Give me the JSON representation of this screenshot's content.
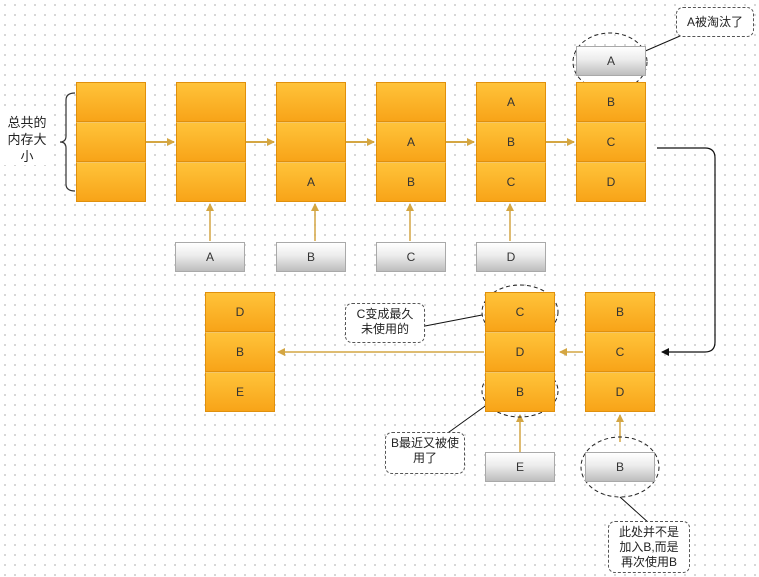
{
  "side_label": "总共的内存大小",
  "top_columns": [
    {
      "cells": [
        "",
        "",
        ""
      ]
    },
    {
      "cells": [
        "",
        "",
        ""
      ]
    },
    {
      "cells": [
        "",
        "",
        "A"
      ]
    },
    {
      "cells": [
        "",
        "A",
        "B"
      ]
    },
    {
      "cells": [
        "A",
        "B",
        "C"
      ]
    },
    {
      "cells": [
        "B",
        "C",
        "D"
      ]
    }
  ],
  "top_inputs": [
    "A",
    "B",
    "C",
    "D"
  ],
  "evicted_block": "A",
  "eviction_note": "A被淘汰了",
  "bottom_columns": [
    {
      "cells": [
        "B",
        "C",
        "D"
      ]
    },
    {
      "cells": [
        "C",
        "D",
        "B"
      ]
    },
    {
      "cells": [
        "D",
        "B",
        "E"
      ]
    }
  ],
  "bottom_inputs": [
    "B",
    "E"
  ],
  "note_c_lru": "C变成最久未使用的",
  "note_b_recent": "B最近又被使用了",
  "note_b_reuse": "此处并不是加入B,而是再次使用B"
}
